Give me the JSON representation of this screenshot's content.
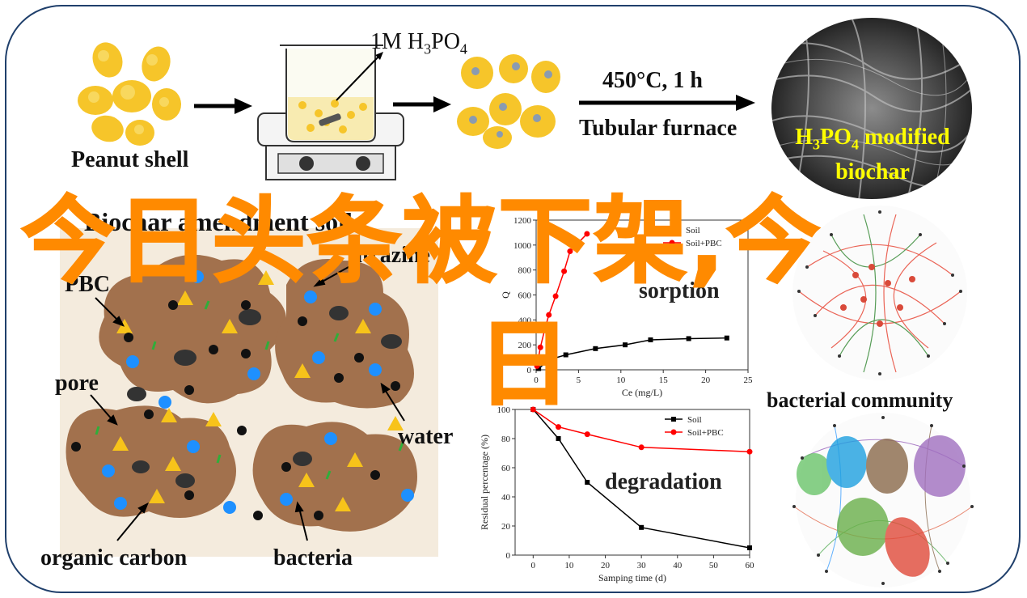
{
  "top": {
    "peanut_label": "Peanut shell",
    "acid_label": "1M H3PO4",
    "furnace_temp": "450°C, 1 h",
    "furnace_label": "Tubular furnace",
    "biochar_label_line1": "H3PO4 modified",
    "biochar_label_line2": "biochar"
  },
  "soil": {
    "title": "Biochar amendment soil",
    "labels": {
      "pbc": "PBC",
      "atrazine": "atrazine",
      "pore": "pore",
      "water": "water",
      "organic_carbon": "organic carbon",
      "bacteria": "bacteria"
    }
  },
  "right": {
    "community_label": "bacterial community"
  },
  "overlay_text": {
    "line1": "今日头条被下架,今",
    "line2": "日"
  },
  "chart_data": [
    {
      "type": "line",
      "title": "sorption",
      "xlabel": "Ce (mg/L)",
      "ylabel": "Q",
      "xlim": [
        0,
        25
      ],
      "ylim": [
        0,
        1200
      ],
      "xticks": [
        0,
        5,
        10,
        15,
        20,
        25
      ],
      "yticks": [
        0,
        200,
        400,
        600,
        800,
        1000,
        1200
      ],
      "legend_position": "top-right",
      "series": [
        {
          "name": "Soil",
          "color": "#000000",
          "marker": "square",
          "x": [
            0.3,
            1.5,
            3.5,
            7,
            10.5,
            13.5,
            18,
            22.5
          ],
          "y": [
            10,
            80,
            120,
            170,
            200,
            240,
            250,
            255
          ]
        },
        {
          "name": "Soil+PBC",
          "color": "#ff0000",
          "marker": "circle",
          "x": [
            0.1,
            0.5,
            1.0,
            1.5,
            2.3,
            3.3,
            4.0,
            6.0
          ],
          "y": [
            30,
            180,
            320,
            440,
            590,
            790,
            950,
            1090
          ]
        }
      ]
    },
    {
      "type": "line",
      "title": "degradation",
      "xlabel": "Samping time (d)",
      "ylabel": "Residual percentage (%)",
      "xlim": [
        -5,
        60
      ],
      "ylim": [
        0,
        100
      ],
      "xticks": [
        0,
        10,
        20,
        30,
        40,
        50,
        60
      ],
      "yticks": [
        0,
        20,
        40,
        60,
        80,
        100
      ],
      "legend_position": "top-right",
      "series": [
        {
          "name": "Soil",
          "color": "#000000",
          "marker": "square",
          "x": [
            0,
            7,
            15,
            30,
            60
          ],
          "y": [
            100,
            80,
            50,
            19,
            5
          ]
        },
        {
          "name": "Soil+PBC",
          "color": "#ff0000",
          "marker": "circle",
          "x": [
            0,
            7,
            15,
            30,
            60
          ],
          "y": [
            100,
            88,
            83,
            74,
            71
          ]
        }
      ]
    }
  ]
}
